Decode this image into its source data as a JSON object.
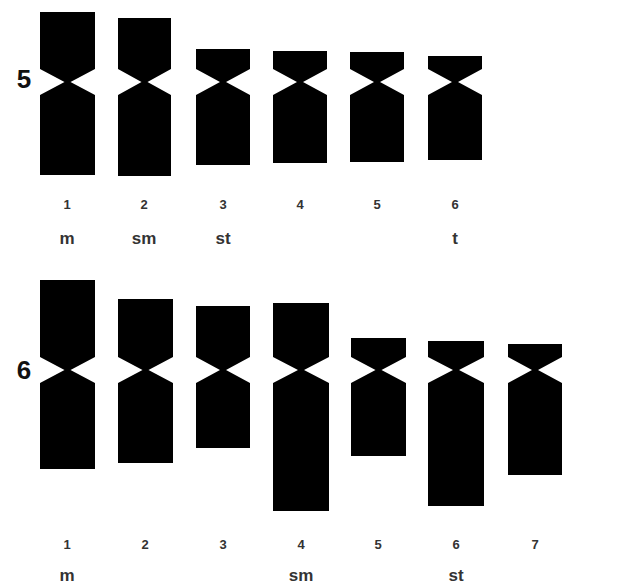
{
  "diagram": {
    "labels": [
      "5",
      "1",
      "2",
      "3",
      "4",
      "5",
      "6",
      "m",
      "sm",
      "st",
      "t",
      "6",
      "1",
      "2",
      "3",
      "4",
      "5",
      "6",
      "7",
      "m",
      "sm",
      "st"
    ]
  }
}
